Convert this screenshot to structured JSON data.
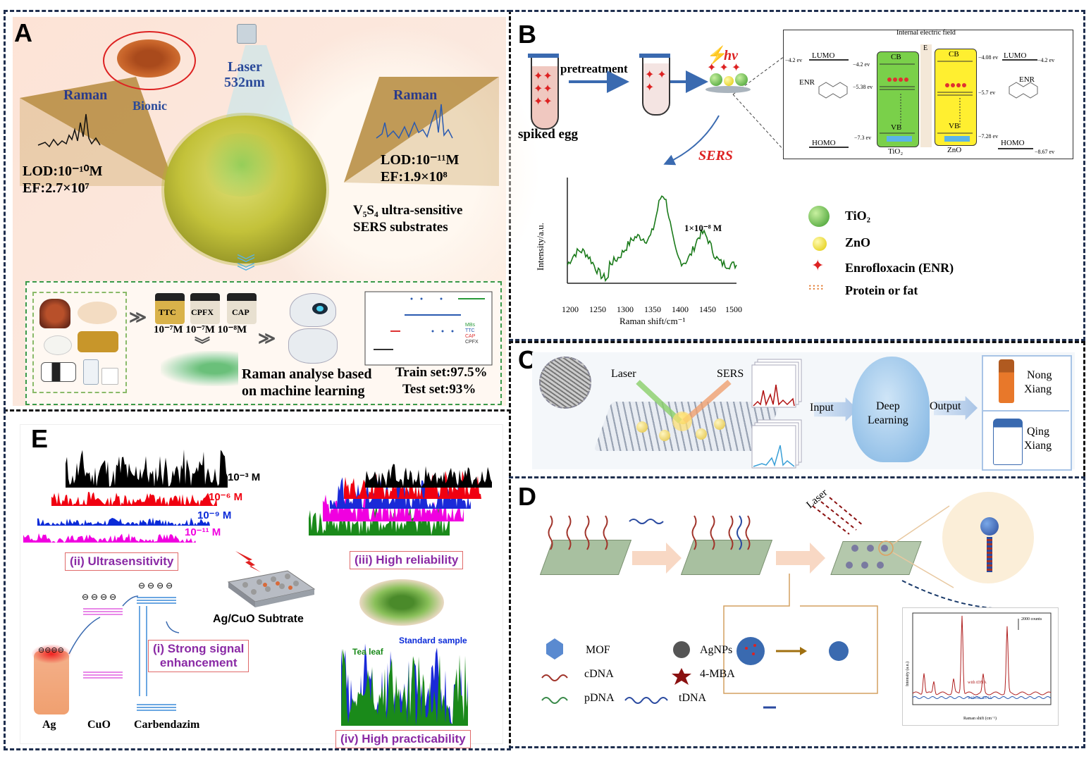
{
  "panelA": {
    "label": "A",
    "raman_left": "Raman",
    "raman_right": "Raman",
    "bionic": "Bionic",
    "laser": "Laser",
    "laser_wl": "532nm",
    "lod_left": "LOD:10⁻¹⁰M",
    "ef_left": "EF:2.7×10⁷",
    "lod_right": "LOD:10⁻¹¹M",
    "ef_right": "EF:1.9×10⁸",
    "substrate_line1": "V₅S₄ ultra-sensitive",
    "substrate_line2": "SERS substrates",
    "jar1": "TTC",
    "jar2": "CPFX",
    "jar3": "CAP",
    "conc": "10⁻⁷M  10⁻⁷M  10⁻⁸M",
    "ml_line1": "Raman analyse based",
    "ml_line2": "on machine learning",
    "train": "Train set:97.5%",
    "test": "Test set:93%",
    "legend": [
      "MBs",
      "TTC",
      "CAP",
      "CPFX"
    ]
  },
  "panelB": {
    "label": "B",
    "pretreatment": "pretreatment",
    "spiked": "spiked egg",
    "hv": "hν",
    "sers": "SERS",
    "field": "Internal electric field",
    "e": "E",
    "lumo": "LUMO",
    "homo": "HOMO",
    "enr": "ENR",
    "cb": "CB",
    "vb": "VB",
    "tio2": "TiO₂",
    "zno": "ZnO",
    "e_left_lumo": "−4.2 ev",
    "e_tio2_cb": "−4.2 ev",
    "e_left_mid": "−5.38 ev",
    "e_tio2_vb": "−7.3 ev",
    "e_zno_cb": "−4.08 ev",
    "e_right_lumo": "−4.2 ev",
    "e_zno_mid": "−5.7 ev",
    "e_zno_vb": "−7.28 ev",
    "e_right_homo": "−8.67 ev",
    "conc": "1×10⁻⁸ M",
    "ylabel": "Intensity/a.u.",
    "xlabel": "Raman shift/cm⁻¹",
    "xticks": [
      "1200",
      "1250",
      "1300",
      "1350",
      "1400",
      "1450",
      "1500"
    ],
    "legend": [
      "TiO₂",
      "ZnO",
      "Enrofloxacin (ENR)",
      "Protein or fat"
    ]
  },
  "panelC": {
    "label": "C",
    "laser": "Laser",
    "sers": "SERS",
    "input": "Input",
    "deep1": "Deep",
    "deep2": "Learning",
    "output": "Output",
    "nong1": "Nong",
    "nong2": "Xiang",
    "qing1": "Qing",
    "qing2": "Xiang"
  },
  "panelD": {
    "label": "D",
    "laser": "Laser",
    "legend_mof": "MOF",
    "legend_agnps": "AgNPs",
    "legend_cdna": "cDNA",
    "legend_4mba": "4-MBA",
    "legend_pdna": "pDNA",
    "legend_tdna": "tDNA",
    "counts": "2000 counts",
    "with": "with tDNA",
    "without": "without tDNA",
    "ylabel": "Intensity (a.u.)",
    "xlabel": "Raman shift (cm⁻¹)"
  },
  "panelE": {
    "label": "E",
    "c1": "10⁻³ M",
    "c2": "10⁻⁶ M",
    "c3": "10⁻⁹ M",
    "c4": "10⁻¹¹ M",
    "ultra": "(ii) Ultrasensitivity",
    "reliab": "(iii) High reliability",
    "substrate": "Ag/CuO Subtrate",
    "strong1": "(i) Strong signal",
    "strong2": "enhancement",
    "std": "Standard sample",
    "tea": "Tea leaf",
    "pract": "(iv) High practicability",
    "ag": "Ag",
    "cuo": "CuO",
    "carb": "Carbendazim"
  },
  "colors": {
    "frame": "#1f2f4f",
    "green": "#2e8b2e",
    "purple": "#8a2aa5"
  }
}
